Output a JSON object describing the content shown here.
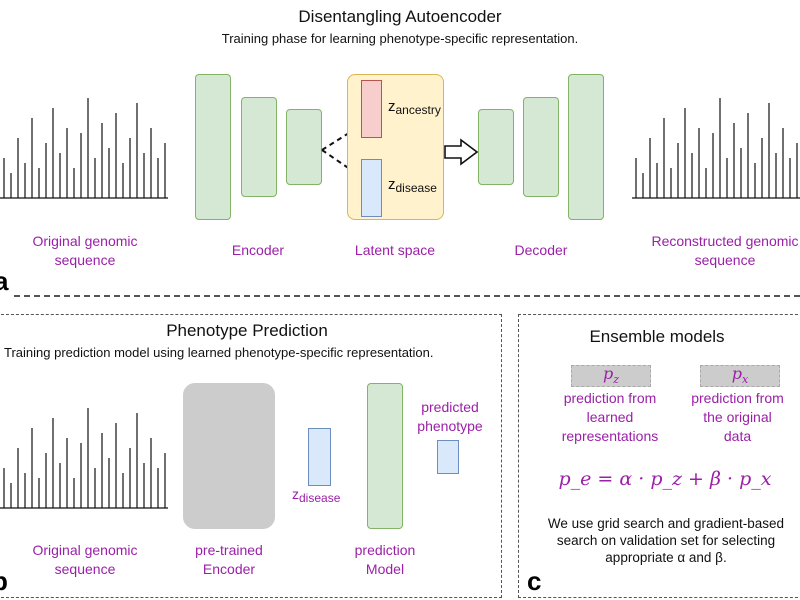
{
  "panel_a": {
    "title": "Disentangling Autoencoder",
    "subtitle": "Training phase for learning phenotype-specific representation.",
    "letter": "a",
    "orig_label_1": "Original genomic",
    "orig_label_2": "sequence",
    "encoder_label": "Encoder",
    "latent_label": "Latent space",
    "decoder_label": "Decoder",
    "recon_label_1": "Reconstructed genomic",
    "recon_label_2": "sequence",
    "z_main": "z",
    "z_ancestry_sub": "ancestry",
    "z_disease_sub": "disease"
  },
  "panel_b": {
    "title": "Phenotype Prediction",
    "subtitle": "Training prediction model using learned phenotype-specific representation.",
    "letter": "b",
    "orig_label_1": "Original genomic",
    "orig_label_2": "sequence",
    "encoder_label_1": "pre-trained",
    "encoder_label_2": "Encoder",
    "z_main": "z",
    "z_disease_sub": "disease",
    "model_label_1": "prediction",
    "model_label_2": "Model",
    "predicted_label_1": "predicted",
    "predicted_label_2": "phenotype"
  },
  "panel_c": {
    "title": "Ensemble models",
    "letter": "c",
    "pz_label": "p",
    "pz_sub": "z",
    "px_label": "p",
    "px_sub": "x",
    "pz_desc_1": "prediction from",
    "pz_desc_2": "learned",
    "pz_desc_3": "representations",
    "px_desc_1": "prediction from",
    "px_desc_2": "the original",
    "px_desc_3": "data",
    "formula": "p_e = α · p_z + β · p_x",
    "note_1": "We use grid search and gradient-based",
    "note_2": "search on validation set for selecting",
    "note_3": "appropriate α and β."
  },
  "colors": {
    "label_purple": "#9b1fa8",
    "encoder_green": "#d5e8d4",
    "latent_yellow": "#fff2cc",
    "ancestry_red": "#f8cecc",
    "disease_blue": "#dae8fc",
    "pretrained_gray": "#cccccc"
  }
}
